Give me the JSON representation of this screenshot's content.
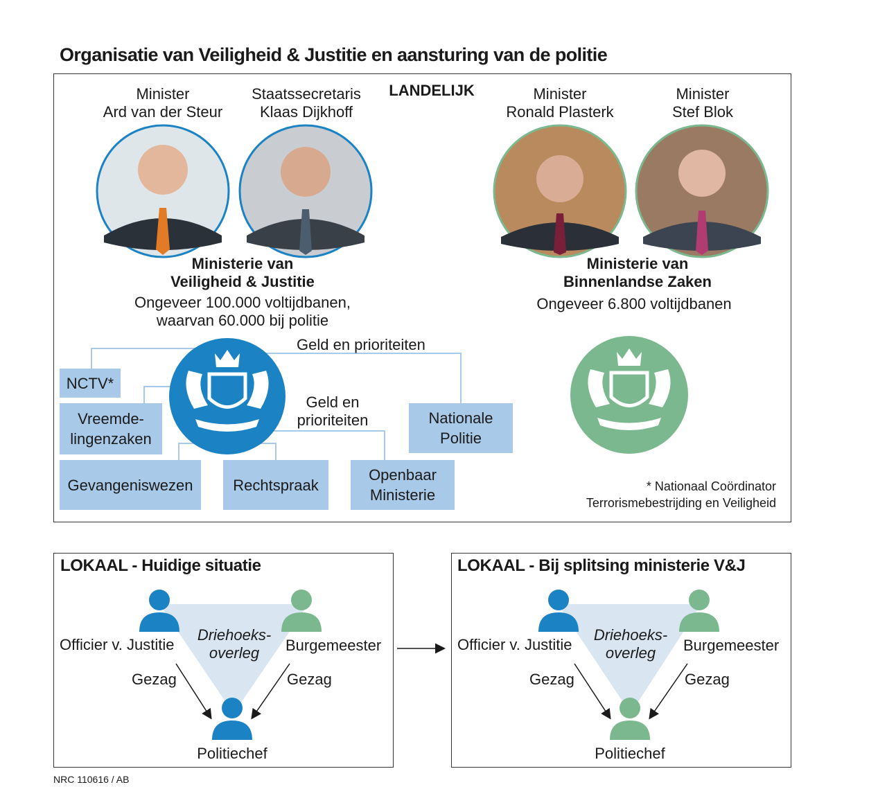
{
  "title": "Organisatie van Veiligheid & Justitie en aansturing van de politie",
  "national": {
    "heading": "LANDELIJK",
    "people": [
      {
        "role": "Minister",
        "name": "Ard van der Steur"
      },
      {
        "role": "Staatssecretaris",
        "name": "Klaas Dijkhoff"
      },
      {
        "role": "Minister",
        "name": "Ronald Plasterk"
      },
      {
        "role": "Minister",
        "name": "Stef Blok"
      }
    ],
    "ministry_vj": {
      "line1": "Ministerie van",
      "line2": "Veiligheid & Justitie",
      "jobs1": "Ongeveer 100.000 voltijdbanen,",
      "jobs2": "waarvan 60.000 bij politie"
    },
    "ministry_bz": {
      "line1": "Ministerie van",
      "line2": "Binnenlandse Zaken",
      "jobs": "Ongeveer 6.800 voltijdbanen"
    },
    "link_top": "Geld en prioriteiten",
    "link_mid1": "Geld en",
    "link_mid2": "prioriteiten",
    "units": {
      "nctv": "NCTV*",
      "vreemd1": "Vreemde-",
      "vreemd2": "lingenzaken",
      "gevangenis": "Gevangeniswezen",
      "rechtspraak": "Rechtspraak",
      "om1": "Openbaar",
      "om2": "Ministerie",
      "np1": "Nationale",
      "np2": "Politie"
    },
    "footnote1": "* Nationaal Coördinator",
    "footnote2": "Terrorismebestrijding en Veiligheid"
  },
  "local_current": {
    "heading": "LOKAAL - Huidige situatie",
    "officer": "Officier v. Justitie",
    "mayor": "Burgemeester",
    "center1": "Driehoeks-",
    "center2": "overleg",
    "authority_left": "Gezag",
    "authority_right": "Gezag",
    "chief": "Politiechef"
  },
  "local_split": {
    "heading": "LOKAAL - Bij splitsing ministerie V&J",
    "officer": "Officier v. Justitie",
    "mayor": "Burgemeester",
    "center1": "Driehoeks-",
    "center2": "overleg",
    "authority_left": "Gezag",
    "authority_right": "Gezag",
    "chief": "Politiechef"
  },
  "credit": "NRC 110616 / AB",
  "colors": {
    "blue": "#1b82c4",
    "green": "#7cb88f",
    "box": "#a9c9e8",
    "triangle": "#d9e6f2",
    "line": "#a9c9e8"
  },
  "icons": [
    "person-photo",
    "coat-of-arms-icon",
    "person-icon",
    "arrow-icon"
  ]
}
